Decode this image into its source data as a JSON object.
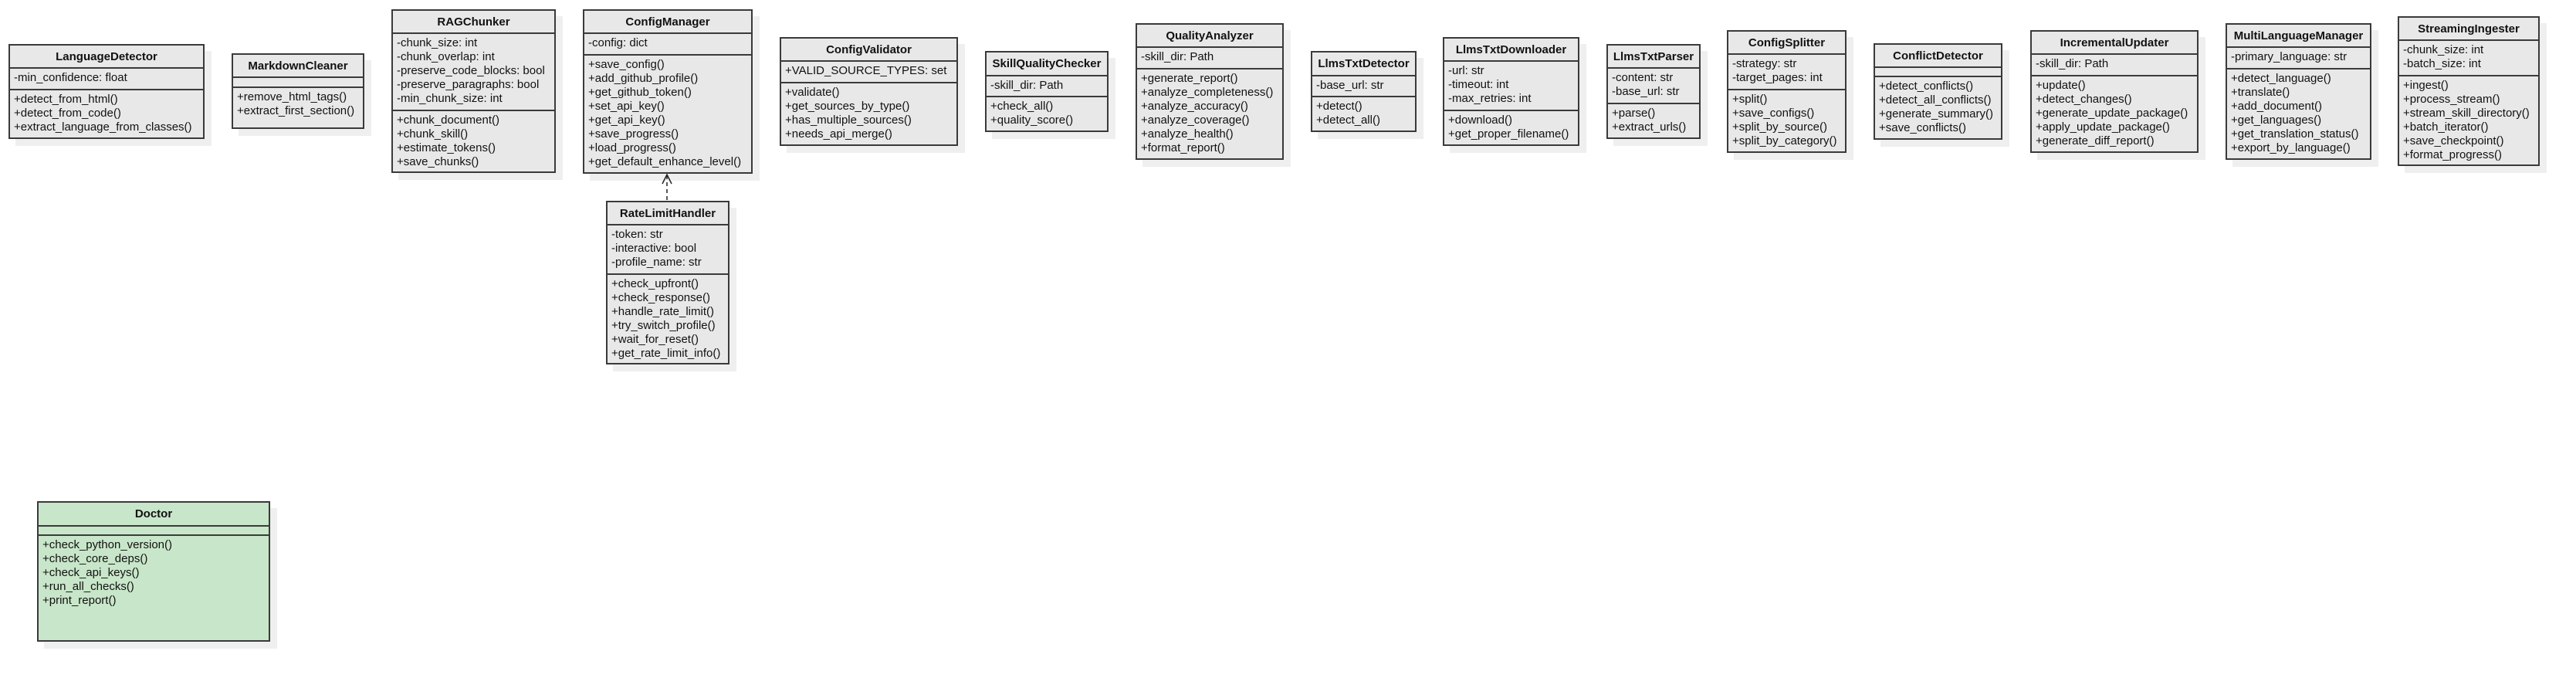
{
  "diagram": {
    "type": "uml-class-diagram",
    "colors": {
      "class_fill": "#e8e8e8",
      "highlight_fill": "#c8e6c9",
      "border": "#3a3a3a",
      "shadow": "#efefef"
    },
    "classes": [
      {
        "id": "LanguageDetector",
        "name": "LanguageDetector",
        "attributes": [
          "-min_confidence: float"
        ],
        "methods": [
          "+detect_from_html()",
          "+detect_from_code()",
          "+extract_language_from_classes()"
        ]
      },
      {
        "id": "MarkdownCleaner",
        "name": "MarkdownCleaner",
        "attributes": [],
        "methods": [
          "+remove_html_tags()",
          "+extract_first_section()"
        ]
      },
      {
        "id": "RAGChunker",
        "name": "RAGChunker",
        "attributes": [
          "-chunk_size: int",
          "-chunk_overlap: int",
          "-preserve_code_blocks: bool",
          "-preserve_paragraphs: bool",
          "-min_chunk_size: int"
        ],
        "methods": [
          "+chunk_document()",
          "+chunk_skill()",
          "+estimate_tokens()",
          "+save_chunks()"
        ]
      },
      {
        "id": "ConfigManager",
        "name": "ConfigManager",
        "attributes": [
          "-config: dict"
        ],
        "methods": [
          "+save_config()",
          "+add_github_profile()",
          "+get_github_token()",
          "+set_api_key()",
          "+get_api_key()",
          "+save_progress()",
          "+load_progress()",
          "+get_default_enhance_level()"
        ]
      },
      {
        "id": "RateLimitHandler",
        "name": "RateLimitHandler",
        "attributes": [
          "-token: str",
          "-interactive: bool",
          "-profile_name: str"
        ],
        "methods": [
          "+check_upfront()",
          "+check_response()",
          "+handle_rate_limit()",
          "+try_switch_profile()",
          "+wait_for_reset()",
          "+get_rate_limit_info()"
        ]
      },
      {
        "id": "ConfigValidator",
        "name": "ConfigValidator",
        "attributes": [
          "+VALID_SOURCE_TYPES: set"
        ],
        "methods": [
          "+validate()",
          "+get_sources_by_type()",
          "+has_multiple_sources()",
          "+needs_api_merge()"
        ]
      },
      {
        "id": "SkillQualityChecker",
        "name": "SkillQualityChecker",
        "attributes": [
          "-skill_dir: Path"
        ],
        "methods": [
          "+check_all()",
          "+quality_score()"
        ]
      },
      {
        "id": "QualityAnalyzer",
        "name": "QualityAnalyzer",
        "attributes": [
          "-skill_dir: Path"
        ],
        "methods": [
          "+generate_report()",
          "+analyze_completeness()",
          "+analyze_accuracy()",
          "+analyze_coverage()",
          "+analyze_health()",
          "+format_report()"
        ]
      },
      {
        "id": "LlmsTxtDetector",
        "name": "LlmsTxtDetector",
        "attributes": [
          "-base_url: str"
        ],
        "methods": [
          "+detect()",
          "+detect_all()"
        ]
      },
      {
        "id": "LlmsTxtDownloader",
        "name": "LlmsTxtDownloader",
        "attributes": [
          "-url: str",
          "-timeout: int",
          "-max_retries: int"
        ],
        "methods": [
          "+download()",
          "+get_proper_filename()"
        ]
      },
      {
        "id": "LlmsTxtParser",
        "name": "LlmsTxtParser",
        "attributes": [
          "-content: str",
          "-base_url: str"
        ],
        "methods": [
          "+parse()",
          "+extract_urls()"
        ]
      },
      {
        "id": "ConfigSplitter",
        "name": "ConfigSplitter",
        "attributes": [
          "-strategy: str",
          "-target_pages: int"
        ],
        "methods": [
          "+split()",
          "+save_configs()",
          "+split_by_source()",
          "+split_by_category()"
        ]
      },
      {
        "id": "ConflictDetector",
        "name": "ConflictDetector",
        "attributes": [],
        "methods": [
          "+detect_conflicts()",
          "+detect_all_conflicts()",
          "+generate_summary()",
          "+save_conflicts()"
        ]
      },
      {
        "id": "IncrementalUpdater",
        "name": "IncrementalUpdater",
        "attributes": [
          "-skill_dir: Path"
        ],
        "methods": [
          "+update()",
          "+detect_changes()",
          "+generate_update_package()",
          "+apply_update_package()",
          "+generate_diff_report()"
        ]
      },
      {
        "id": "MultiLanguageManager",
        "name": "MultiLanguageManager",
        "attributes": [
          "-primary_language: str"
        ],
        "methods": [
          "+detect_language()",
          "+translate()",
          "+add_document()",
          "+get_languages()",
          "+get_translation_status()",
          "+export_by_language()"
        ]
      },
      {
        "id": "StreamingIngester",
        "name": "StreamingIngester",
        "attributes": [
          "-chunk_size: int",
          "-batch_size: int"
        ],
        "methods": [
          "+ingest()",
          "+process_stream()",
          "+stream_skill_directory()",
          "+batch_iterator()",
          "+save_checkpoint()",
          "+format_progress()"
        ]
      },
      {
        "id": "Doctor",
        "name": "Doctor",
        "attributes": [],
        "methods": [
          "+check_python_version()",
          "+check_core_deps()",
          "+check_api_keys()",
          "+run_all_checks()",
          "+print_report()"
        ],
        "highlighted": true
      }
    ],
    "relationships": [
      {
        "from": "RateLimitHandler",
        "to": "ConfigManager",
        "type": "dependency",
        "style": "dashed-open-arrow"
      }
    ]
  }
}
